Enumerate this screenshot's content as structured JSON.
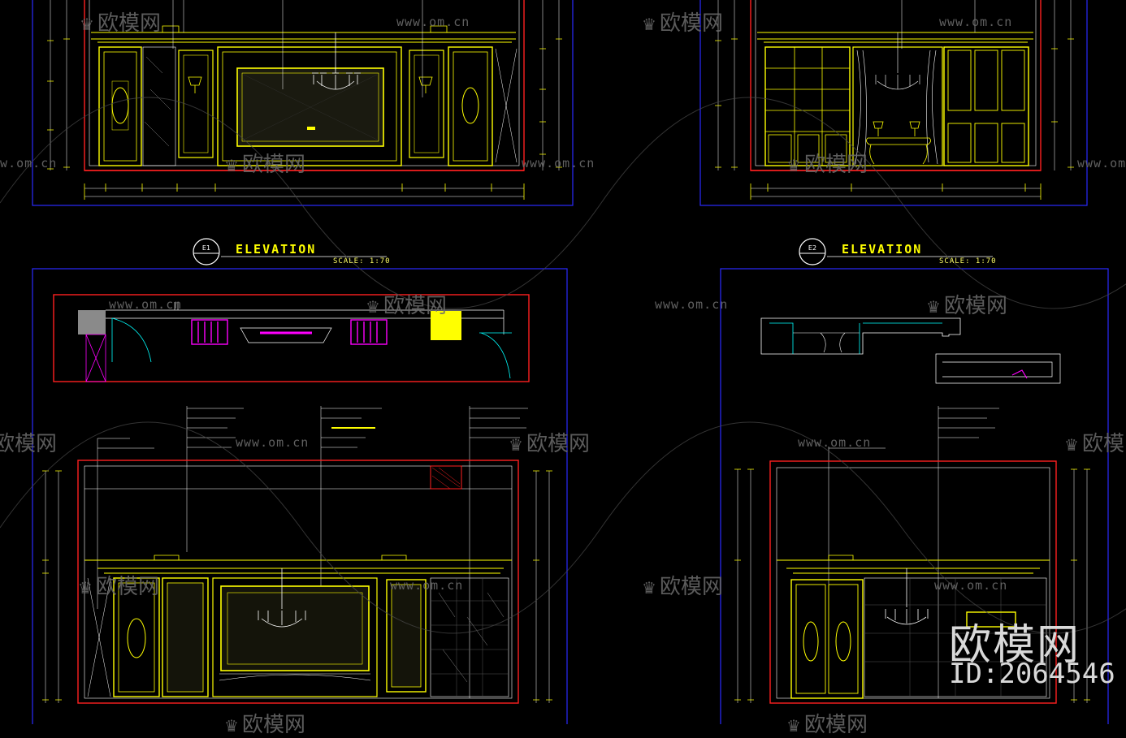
{
  "drawings": [
    {
      "tag": "E1",
      "title": "ELEVATION",
      "scale": "SCALE:  1:70"
    },
    {
      "tag": "E2",
      "title": "ELEVATION",
      "scale": "SCALE:  1:70"
    }
  ],
  "watermark": {
    "url": "www.om.cn",
    "logo_text": "欧模网",
    "big_name": "欧模网",
    "big_id": "ID:2064546"
  },
  "colors": {
    "background": "#000000",
    "line_yellow": "#ffff00",
    "line_red": "#ff0000",
    "line_blue": "#2a2aff",
    "line_white": "#ffffff",
    "line_cyan": "#00ffff",
    "line_magenta": "#ff00ff",
    "watermark_gray": "#6b6b6b"
  },
  "icons": [
    "e1-tag-icon",
    "e2-tag-icon",
    "crown-logo-icon",
    "chandelier-icon",
    "lamp-icon"
  ]
}
